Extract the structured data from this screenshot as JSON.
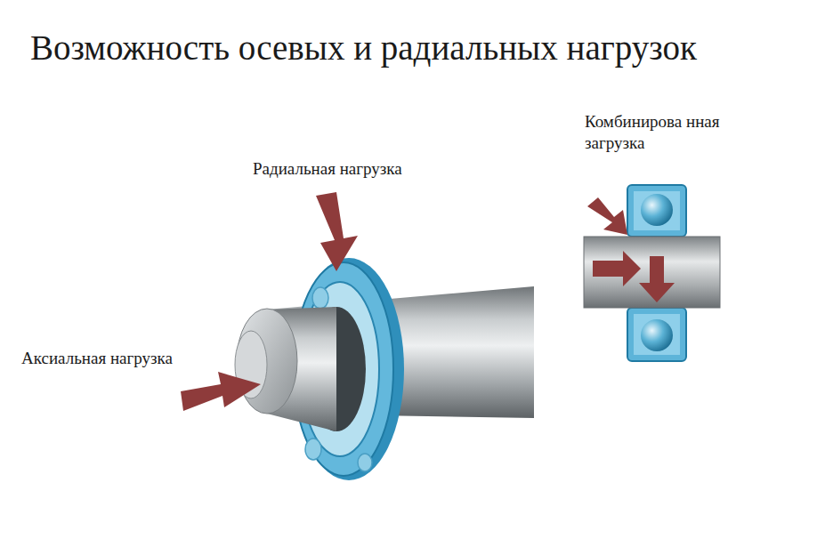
{
  "diagram": {
    "title": "Возможность осевых и радиальных нагрузок",
    "labels": [
      "Радиальная нагрузка",
      "Аксиальная нагрузка",
      "Комбинирова нная загрузка"
    ]
  }
}
